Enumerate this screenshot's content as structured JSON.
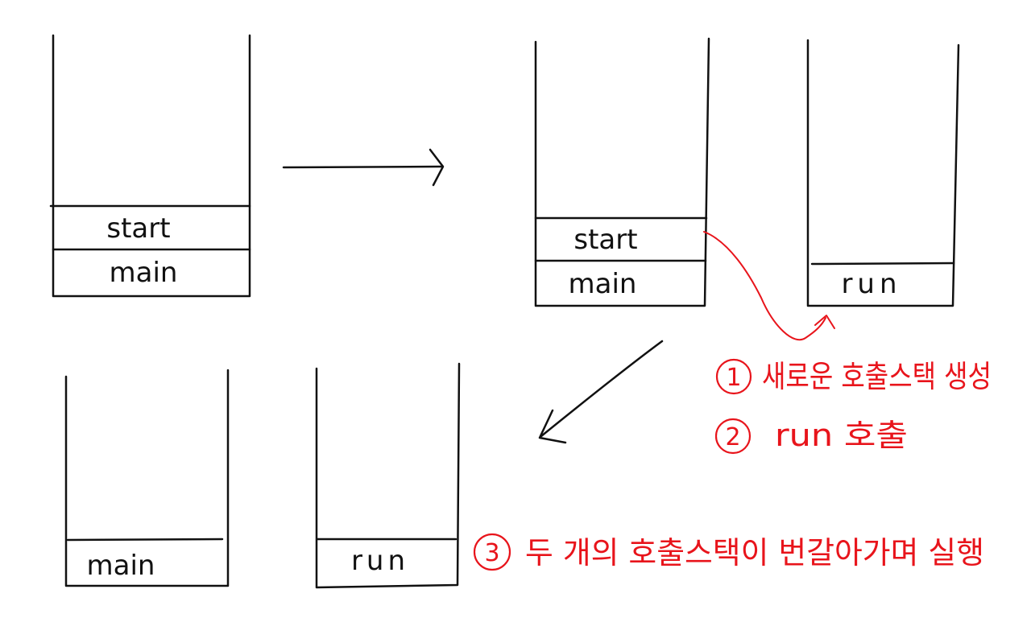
{
  "colors": {
    "ink": "#111111",
    "accent": "#e8141b",
    "background": "#ffffff"
  },
  "stacks": {
    "s1": {
      "top": "start",
      "bottom": "main"
    },
    "s2": {
      "top": "start",
      "bottom": "main"
    },
    "s3": {
      "only": "run"
    },
    "s4": {
      "only": "main"
    },
    "s5": {
      "only": "run"
    }
  },
  "notes": {
    "step1": {
      "num": "1",
      "text": "새로운 호출스택 생성"
    },
    "step2": {
      "num": "2",
      "text": "run 호출"
    },
    "step3": {
      "num": "3",
      "text": "두 개의 호출스택이 번갈아가며 실행"
    }
  }
}
